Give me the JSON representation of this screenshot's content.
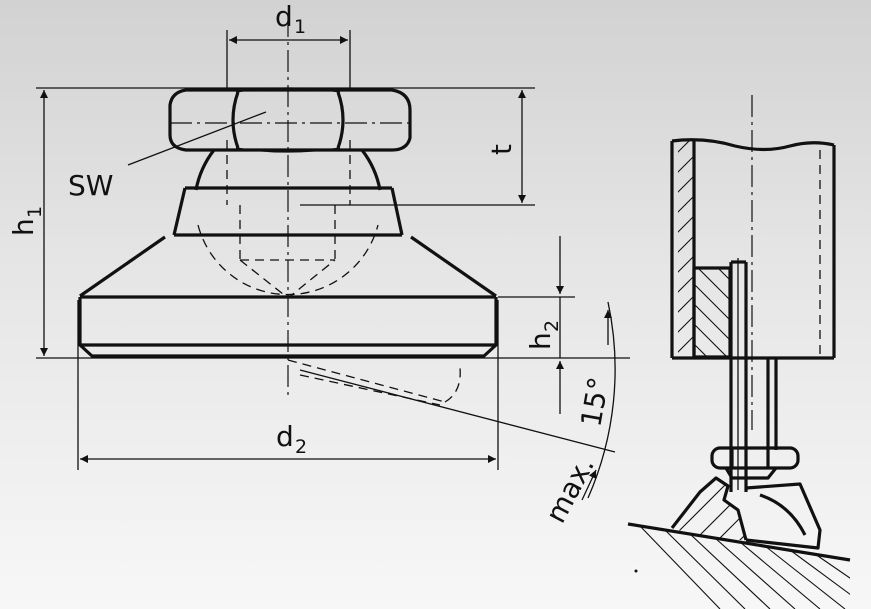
{
  "labels": {
    "d1": {
      "main": "d",
      "sub": "1"
    },
    "d2": {
      "main": "d",
      "sub": "2"
    },
    "h1": {
      "main": "h",
      "sub": "1"
    },
    "h2": {
      "main": "h",
      "sub": "2"
    },
    "t": "t",
    "sw": "SW",
    "angle": "15°",
    "max": "max."
  },
  "colors": {
    "line": "#111111",
    "background_top": "#d2d2d2",
    "background_bottom": "#f7f7f7"
  }
}
